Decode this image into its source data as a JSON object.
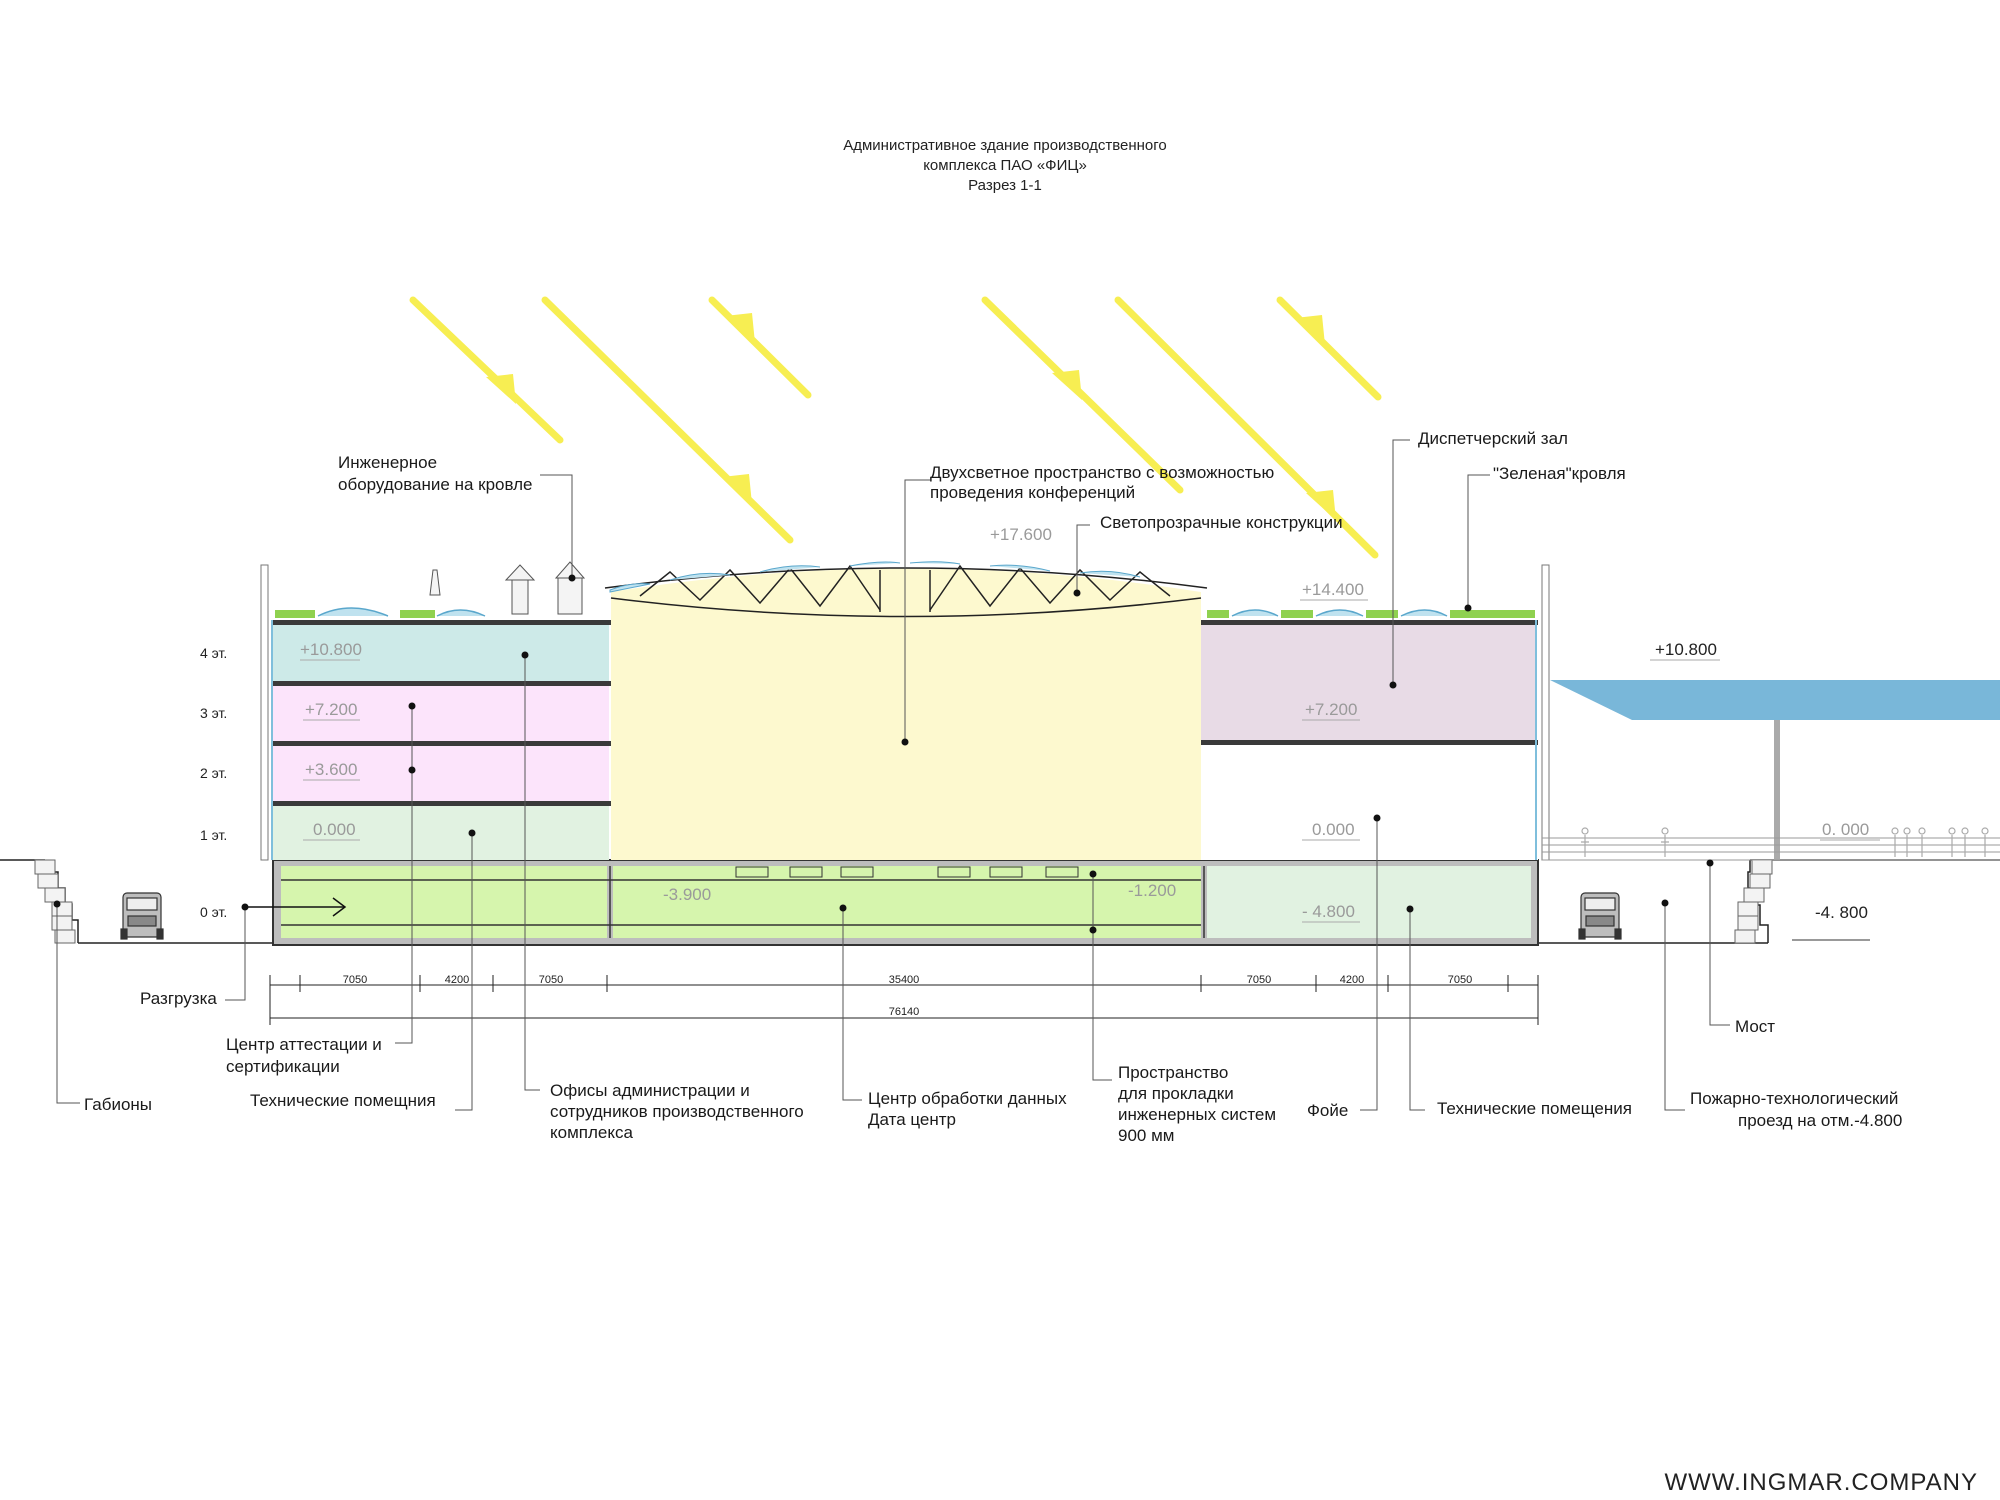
{
  "title": {
    "line1": "Административное здание производственного",
    "line2": "комплекса ПАО «ФИЦ»",
    "line3": "Разрез 1-1"
  },
  "watermark": "WWW.INGMAR.COMPANY",
  "floors": [
    "4 эт.",
    "3 эт.",
    "2 эт.",
    "1 эт.",
    "0 эт."
  ],
  "levels": {
    "l10800_left": "+10.800",
    "l7200_left": "+7.200",
    "l3600_left": "+3.600",
    "l0000_left": "0.000",
    "l3900": "-3.900",
    "l1200": "-1.200",
    "l17600": "+17.600",
    "l14400": "+14.400",
    "l7200_right": "+7.200",
    "l0000_right": "0.000",
    "l4800_in": "- 4.800",
    "l10800_canopy": "+10.800",
    "l0000_ext": "0. 000",
    "l4800_ext": "-4. 800"
  },
  "dimensions": {
    "d1": "7050",
    "d2": "4200",
    "d3": "7050",
    "d4": "35400",
    "d5": "7050",
    "d6": "4200",
    "d7": "7050",
    "total": "76140"
  },
  "labels": {
    "engineering_roof_1": "Инженерное",
    "engineering_roof_2": "оборудование на кровле",
    "double_height_1": "Двухсветное пространство с возможностью",
    "double_height_2": "проведения конференций",
    "translucent": "Светопрозрачные конструкции",
    "dispatch": "Диспетчерский зал",
    "green_roof": "\"Зеленая\"кровля",
    "unloading": "Разгрузка",
    "certification_1": "Центр аттестации и",
    "certification_2": "сертификации",
    "gabions": "Габионы",
    "tech_rooms_left": "Технические помещния",
    "offices_1": "Офисы администрации и",
    "offices_2": "сотрудников производственного",
    "offices_3": "комплекса",
    "datacenter_1": "Центр обработки данных",
    "datacenter_2": "Дата центр",
    "space_1": "Пространство",
    "space_2": "для прокладки",
    "space_3": "инженерных систем",
    "space_4": "900 мм",
    "foyer": "Фойе",
    "tech_rooms_right": "Технические помещения",
    "bridge": "Мост",
    "fire_1": "Пожарно-технологический",
    "fire_2": "проезд на отм.-4.800"
  },
  "colors": {
    "teal": "#cdeae8",
    "pink": "#fce4fb",
    "lightgreen": "#e1f2e1",
    "yellow": "#fdf9cf",
    "mauve": "#e8dbe6",
    "lime": "#d6f5ad",
    "sun": "#f7ee52",
    "canopy": "#79b7d9"
  }
}
